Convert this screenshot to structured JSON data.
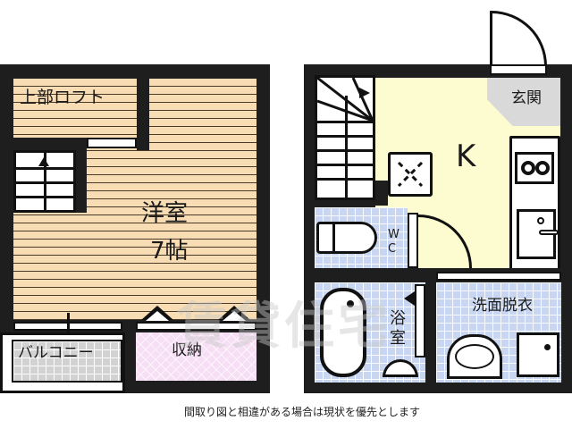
{
  "floor_plan": {
    "left_unit": {
      "loft_label": "上部ロフト",
      "room_label": "洋室",
      "room_size": "7帖",
      "balcony_label": "バルコニー",
      "storage_label": "収納"
    },
    "right_unit": {
      "entrance_label": "玄関",
      "kitchen_label": "K",
      "toilet_label_line1": "W",
      "toilet_label_line2": "C",
      "bathroom_label_line1": "浴",
      "bathroom_label_line2": "室",
      "washroom_label": "洗面脱衣"
    },
    "footer_note": "間取り図と相違がある場合は現状を優先とします",
    "watermark": "賃貸住宅"
  },
  "colors": {
    "wall": "#1e1e1e",
    "wood_floor": "#f7dcb4",
    "kitchen_floor": "#fdfbd0",
    "tile_blue": "#c8d6f2",
    "storage_pink": "#f6dff4",
    "entrance_gray": "#d9d9d9",
    "balcony_gray": "#d2d2d2"
  }
}
